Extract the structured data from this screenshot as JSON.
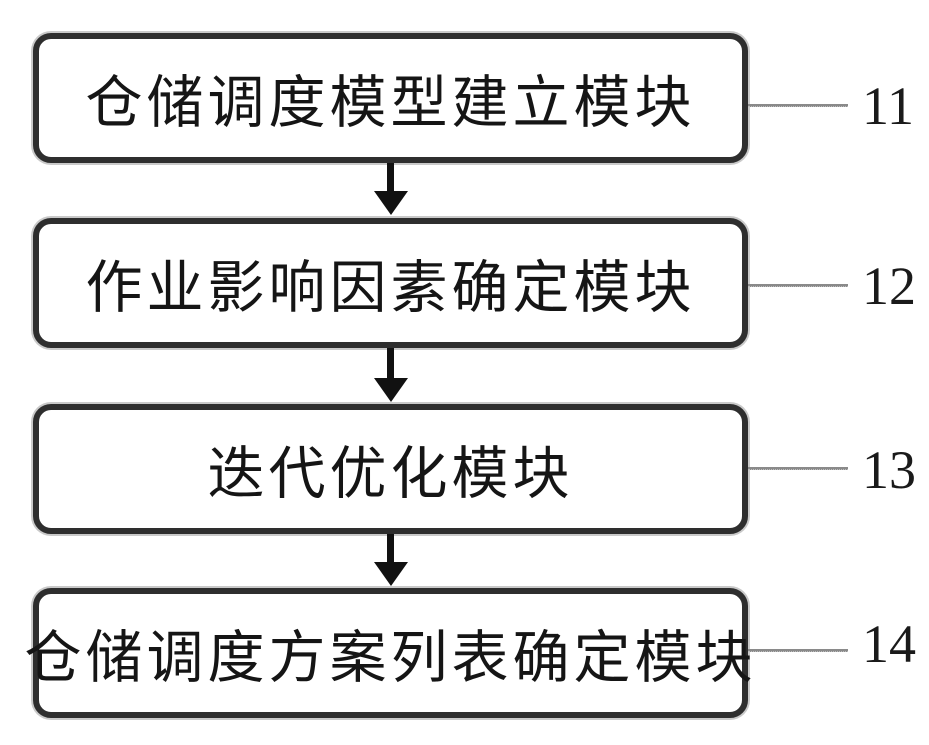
{
  "diagram": {
    "type": "flowchart",
    "boxes": [
      {
        "label": "仓储调度模型建立模块",
        "ref": "11"
      },
      {
        "label": "作业影响因素确定模块",
        "ref": "12"
      },
      {
        "label": "迭代优化模块",
        "ref": "13"
      },
      {
        "label": "仓储调度方案列表确定模块",
        "ref": "14"
      }
    ],
    "colors": {
      "background": "#ffffff",
      "box_border": "#2e2e2e",
      "text": "#151515",
      "arrow": "#111111",
      "connector_line": "#8a8a8a"
    }
  }
}
